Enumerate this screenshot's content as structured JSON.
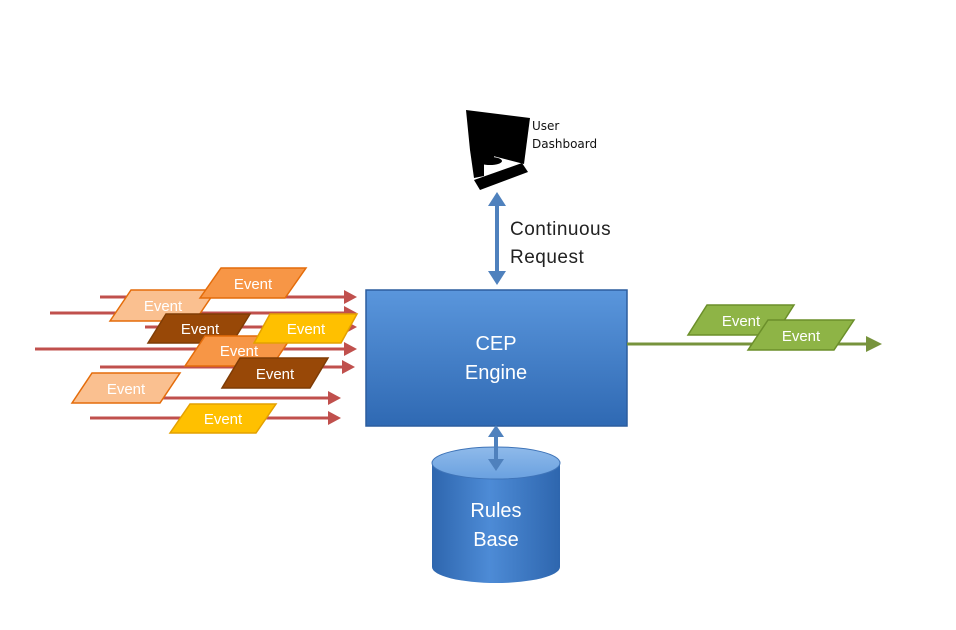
{
  "dashboard": {
    "icon": "computer-monitor-icon",
    "label_line1": "User",
    "label_line2": "Dashboard"
  },
  "request": {
    "label_line1": "Continuous",
    "label_line2": "Request"
  },
  "engine": {
    "line1": "CEP",
    "line2": "Engine"
  },
  "rules": {
    "line1": "Rules",
    "line2": "Base"
  },
  "input_events": [
    "Event",
    "Event",
    "Event",
    "Event",
    "Event",
    "Event",
    "Event",
    "Event"
  ],
  "output_events": [
    "Event",
    "Event"
  ],
  "colors": {
    "engine_fill": "#4a86cf",
    "rules_fill": "#3f7cc8",
    "input_arrow": "#c0504d",
    "output_arrow": "#77933c",
    "connector_arrow": "#4f81bd",
    "event_orange": "#f79646",
    "event_peach": "#fac090",
    "event_brown": "#984807",
    "event_gold": "#ffc000",
    "event_green": "#8eb446"
  }
}
